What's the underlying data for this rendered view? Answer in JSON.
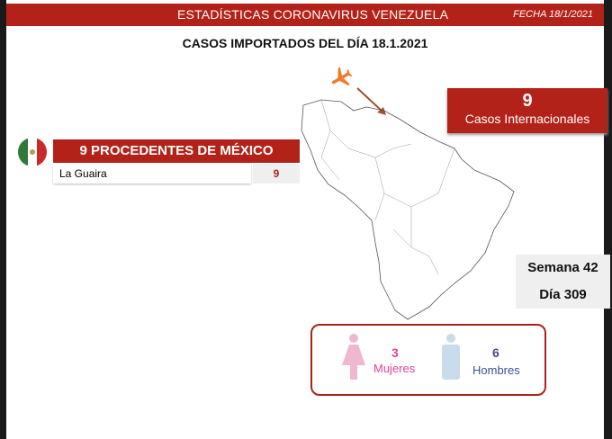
{
  "header": {
    "title": "ESTADÍSTICAS CORONAVIRUS VENEZUELA",
    "date": "FECHA 18/1/2021"
  },
  "subtitle": "CASOS IMPORTADOS DEL DÍA  18.1.2021",
  "international": {
    "count": "9",
    "label": "Casos Internacionales"
  },
  "origin": {
    "heading": "9 PROCEDENTES DE MÉXICO",
    "rows": [
      {
        "state": "La Guaira",
        "count": "9"
      }
    ]
  },
  "calendar": {
    "week": "Semana 42",
    "day": "Día 309"
  },
  "gender": {
    "women_count": "3",
    "women_label": "Mujeres",
    "men_count": "6",
    "men_label": "Hombres"
  },
  "colors": {
    "brand_red": "#b32219",
    "women": "#e0439a",
    "men": "#3d4f8f",
    "plane": "#f07a2a"
  }
}
